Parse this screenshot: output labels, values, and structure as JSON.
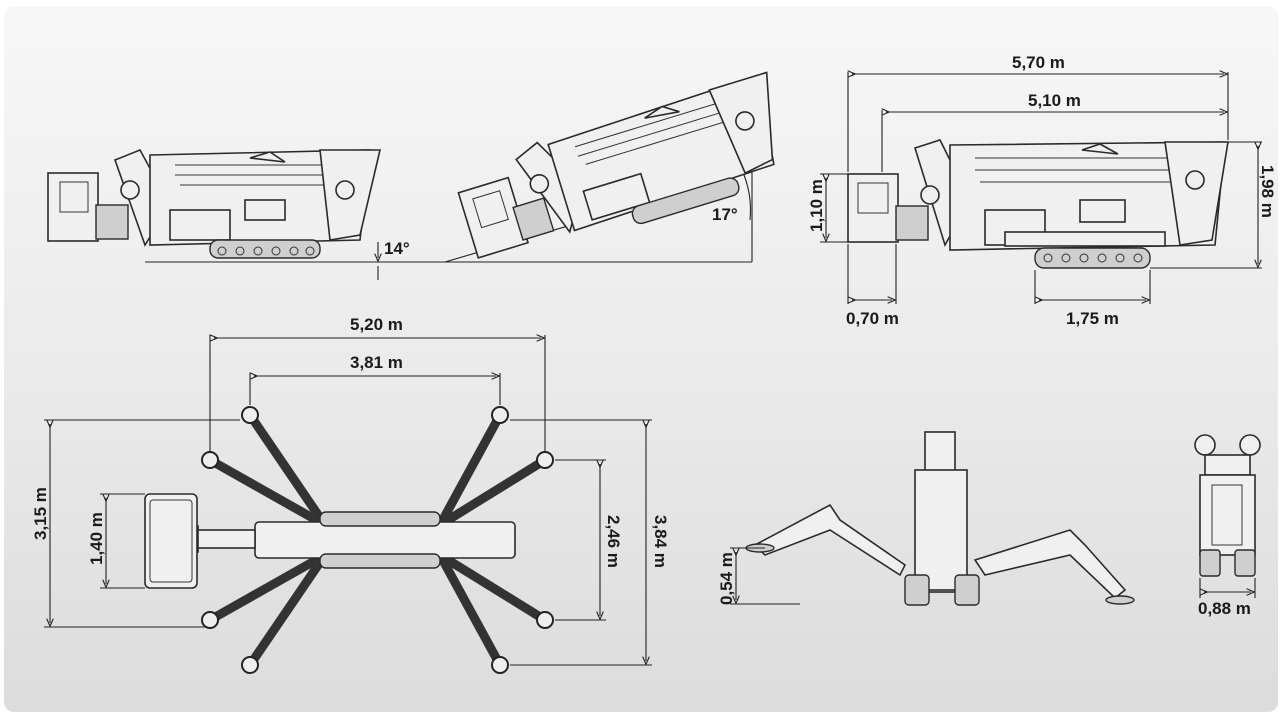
{
  "dimensions": {
    "side_view": {
      "overall_length": "5,70 m",
      "length_without_basket": "5,10 m",
      "height": "1,98 m",
      "basket_height": "1,10 m",
      "basket_depth": "0,70 m",
      "track_length": "1,75 m"
    },
    "slope": {
      "lateral_angle": "14°",
      "longitudinal_angle": "17°"
    },
    "top_view": {
      "outrigger_span_outer": "5,20 m",
      "outrigger_span_inner": "3,81 m",
      "width_left": "3,15 m",
      "width_inner": "2,46 m",
      "width_outer": "3,84 m",
      "basket_width": "1,40 m"
    },
    "front_view": {
      "ground_clearance": "0,54 m",
      "width": "0,88 m"
    }
  }
}
